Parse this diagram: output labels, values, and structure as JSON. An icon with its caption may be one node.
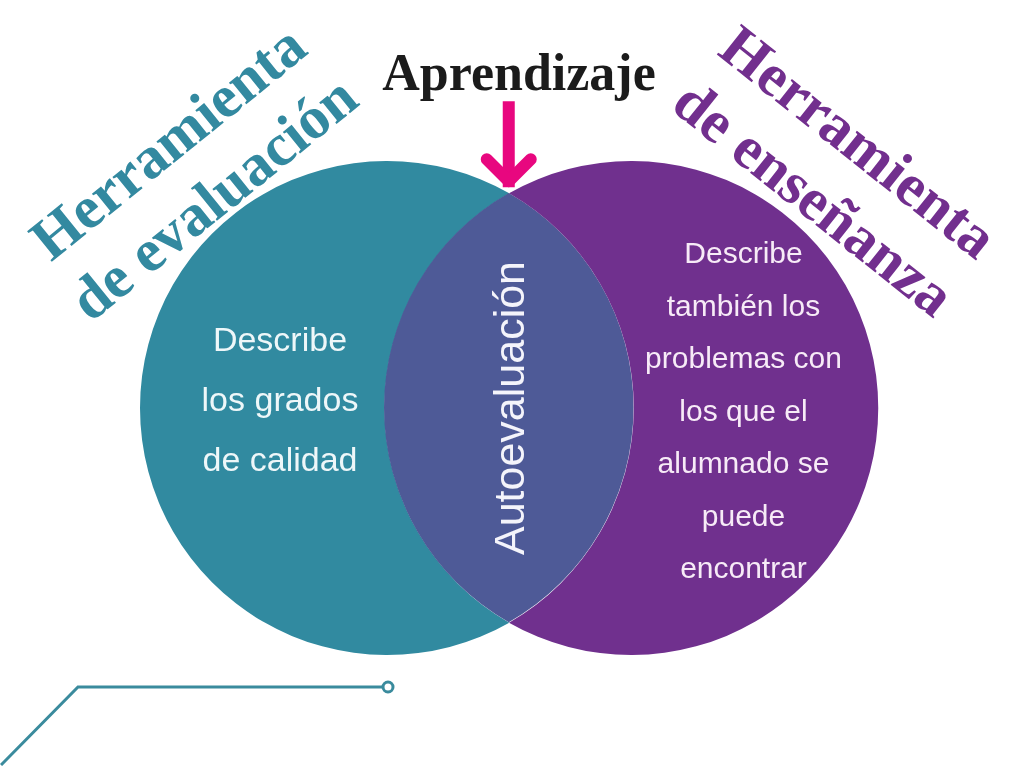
{
  "diagram": {
    "nodes": [
      {
        "text": [
          "Aprendizaje"
        ]
      },
      {
        "text": [
          "Herramienta de evaluación",
          "Describe los grados de calidad"
        ]
      },
      {
        "text": [
          "Autoevaluación"
        ]
      },
      {
        "text": [
          "Herramienta de enseñanza",
          "Describe también los problemas con los que el alumnado se puede encontrar"
        ]
      }
    ],
    "edges": [
      {
        "from": 0,
        "to": 2,
        "arrow": "to"
      }
    ]
  }
}
